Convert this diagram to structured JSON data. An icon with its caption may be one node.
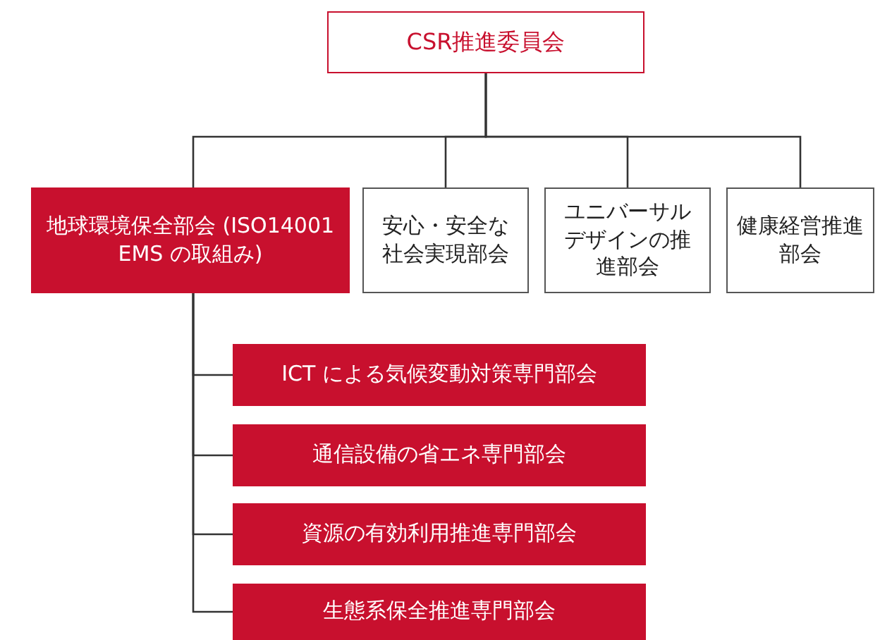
{
  "diagram": {
    "nodes": [
      {
        "text": [
          "CSR推進委員会"
        ]
      },
      {
        "text": [
          "地球環境保全部会 (ISO14001 EMS の取組み)"
        ]
      },
      {
        "text": [
          "安心・安全な社会実現部会"
        ]
      },
      {
        "text": [
          "ユニバーサルデザインの推進部会"
        ]
      },
      {
        "text": [
          "健康経営推進部会"
        ]
      },
      {
        "text": [
          "ICT による気候変動対策専門部会"
        ]
      },
      {
        "text": [
          "通信設備の省エネ専門部会"
        ]
      },
      {
        "text": [
          "資源の有効利用推進専門部会"
        ]
      },
      {
        "text": [
          "生態系保全推進専門部会"
        ]
      }
    ],
    "edges": [
      {
        "from": 0,
        "to": 1,
        "arrow": "none"
      },
      {
        "from": 0,
        "to": 2,
        "arrow": "none"
      },
      {
        "from": 0,
        "to": 3,
        "arrow": "none"
      },
      {
        "from": 0,
        "to": 4,
        "arrow": "none"
      },
      {
        "from": 1,
        "to": 5,
        "arrow": "none"
      },
      {
        "from": 1,
        "to": 6,
        "arrow": "none"
      },
      {
        "from": 1,
        "to": 7,
        "arrow": "none"
      },
      {
        "from": 1,
        "to": 8,
        "arrow": "none"
      }
    ]
  }
}
